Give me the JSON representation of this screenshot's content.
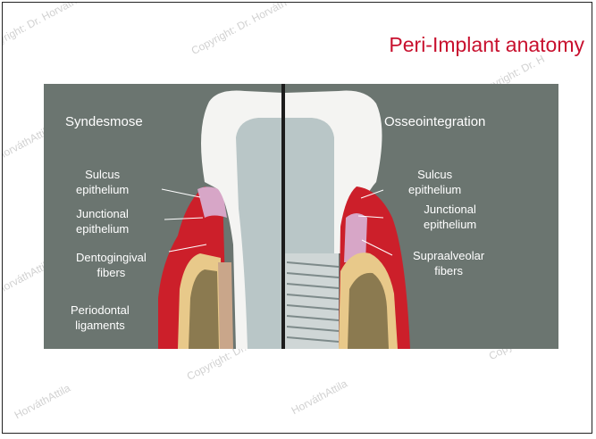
{
  "slide": {
    "title": "Peri-Implant anatomy",
    "watermarks": [
      "Copyright: Dr. Horváth",
      "HorváthAttila",
      "Copyright: Dr. H"
    ]
  },
  "figure": {
    "left_heading": "Syndesmose",
    "right_heading": "Osseointegration",
    "left_labels": [
      {
        "line1": "Sulcus",
        "line2": "epithelium"
      },
      {
        "line1": "Junctional",
        "line2": "epithelium"
      },
      {
        "line1": "Dentogingival",
        "line2": "fibers"
      },
      {
        "line1": "Periodontal",
        "line2": "ligaments"
      }
    ],
    "right_labels": [
      {
        "line1": "Sulcus",
        "line2": "epithelium"
      },
      {
        "line1": "Junctional",
        "line2": "epithelium"
      },
      {
        "line1": "Supraalveolar",
        "line2": "fibers"
      }
    ]
  }
}
